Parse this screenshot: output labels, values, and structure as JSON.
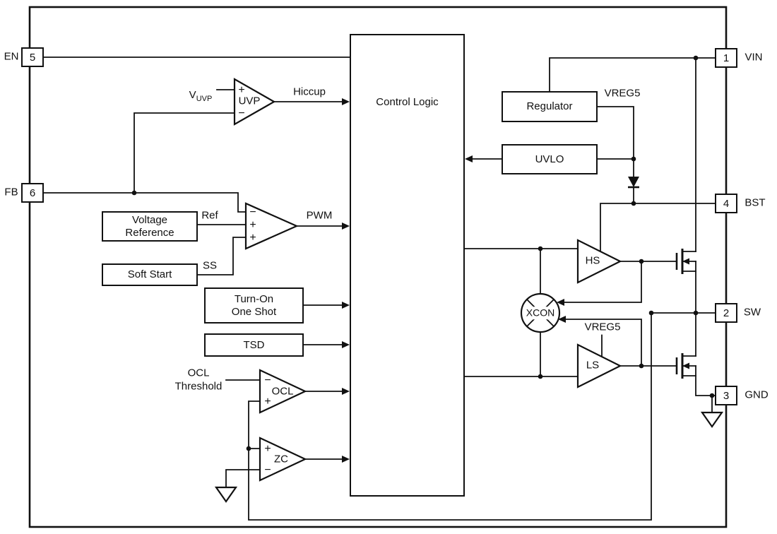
{
  "pins": {
    "en": {
      "label": "EN",
      "num": "5"
    },
    "fb": {
      "label": "FB",
      "num": "6"
    },
    "vin": {
      "label": "VIN",
      "num": "1"
    },
    "bst": {
      "label": "BST",
      "num": "4"
    },
    "sw": {
      "label": "SW",
      "num": "2"
    },
    "gnd": {
      "label": "GND",
      "num": "3"
    }
  },
  "blocks": {
    "control_logic": "Control Logic",
    "regulator": "Regulator",
    "uvlo": "UVLO",
    "voltage_reference": "Voltage\nReference",
    "soft_start": "Soft Start",
    "turn_on_one_shot": "Turn-On\nOne Shot",
    "tsd": "TSD"
  },
  "comparators": {
    "uvp": {
      "label": "UVP",
      "plus": "+",
      "minus": "−"
    },
    "pwm": {
      "minus": "−",
      "plus_ref": "+",
      "plus_ss": "+"
    },
    "ocl": {
      "label": "OCL",
      "minus": "−",
      "plus": "+"
    },
    "zc": {
      "label": "ZC",
      "plus": "+",
      "minus": "−"
    },
    "hs_driver": {
      "label": "HS"
    },
    "ls_driver": {
      "label": "LS"
    },
    "xcon": {
      "label": "XCON"
    }
  },
  "nets": {
    "vuvp_main": "V",
    "vuvp_sub": "UVP",
    "hiccup": "Hiccup",
    "ref": "Ref",
    "ss": "SS",
    "pwm": "PWM",
    "vreg5_top": "VREG5",
    "vreg5_ls": "VREG5",
    "ocl_threshold": "OCL\nThreshold"
  },
  "colors": {
    "line": "#111111",
    "background": "#ffffff"
  }
}
